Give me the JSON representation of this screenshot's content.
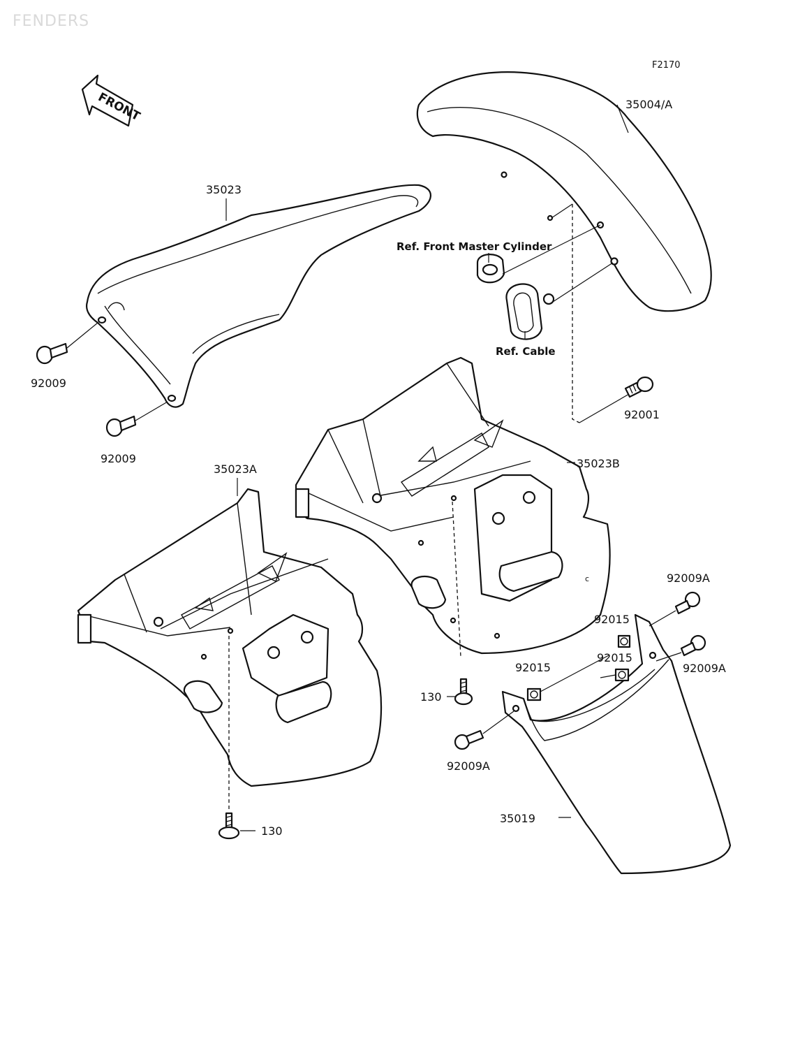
{
  "watermark": "FENDERS",
  "diagram_code": "F2170",
  "front_arrow": {
    "label": "FRONT",
    "icon": "front-arrow-icon"
  },
  "parts": {
    "front_fender": "35004/A",
    "rear_fender_top": "35023",
    "rear_fender_a": "35023A",
    "rear_fender_b": "35023B",
    "rear_flap": "35019",
    "bolt_92009_upper": "92009",
    "bolt_92009_lower": "92009",
    "bolt_92001": "92001",
    "screw_92009a_top": "92009A",
    "screw_92009a_right": "92009A",
    "screw_92009a_left": "92009A",
    "nut_92015_top": "92015",
    "nut_92015_mid": "92015",
    "nut_92015_left": "92015",
    "bolt_130_mid": "130",
    "bolt_130_bottom": "130"
  },
  "references": {
    "master_cylinder": "Ref. Front Master Cylinder",
    "cable": "Ref. Cable"
  }
}
